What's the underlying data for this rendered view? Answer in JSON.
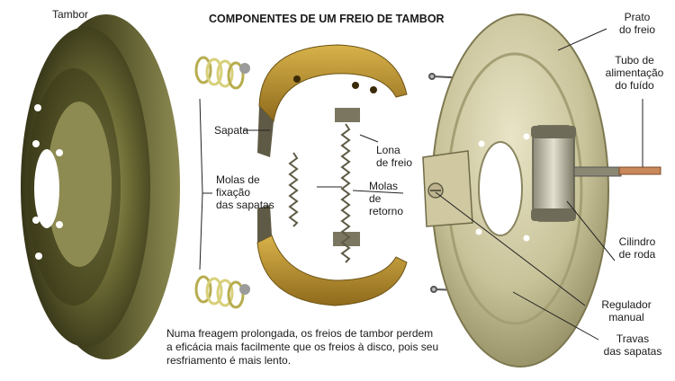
{
  "title": "COMPONENTES DE UM FREIO DE TAMBOR",
  "labels": {
    "tambor": "Tambor",
    "prato": "Prato\ndo freio",
    "tubo": "Tubo de\nalimentação\ndo fuído",
    "sapata": "Sapata",
    "lona": "Lona\nde freio",
    "molas_fixacao": "Molas de\nfixação\ndas sapatas",
    "molas_retorno": "Molas\nde\nretorno",
    "cilindro": "Cilindro\nde roda",
    "regulador": "Regulador\nmanual",
    "travas": "Travas\ndas sapatas"
  },
  "caption": "Numa freagem prolongada, os freios de tambor perdem\na eficácia mais facilmente que os freios à disco, pois seu\nresfriamento é mais lento.",
  "colors": {
    "drum_dark": "#2b2a12",
    "drum_mid": "#6b6a34",
    "drum_light": "#a9a769",
    "plate": "#c9c39a",
    "shoe_metal": "#5e5a45",
    "lining": "#b8902e",
    "spring": "#d8d07a",
    "leader": "#222222"
  }
}
